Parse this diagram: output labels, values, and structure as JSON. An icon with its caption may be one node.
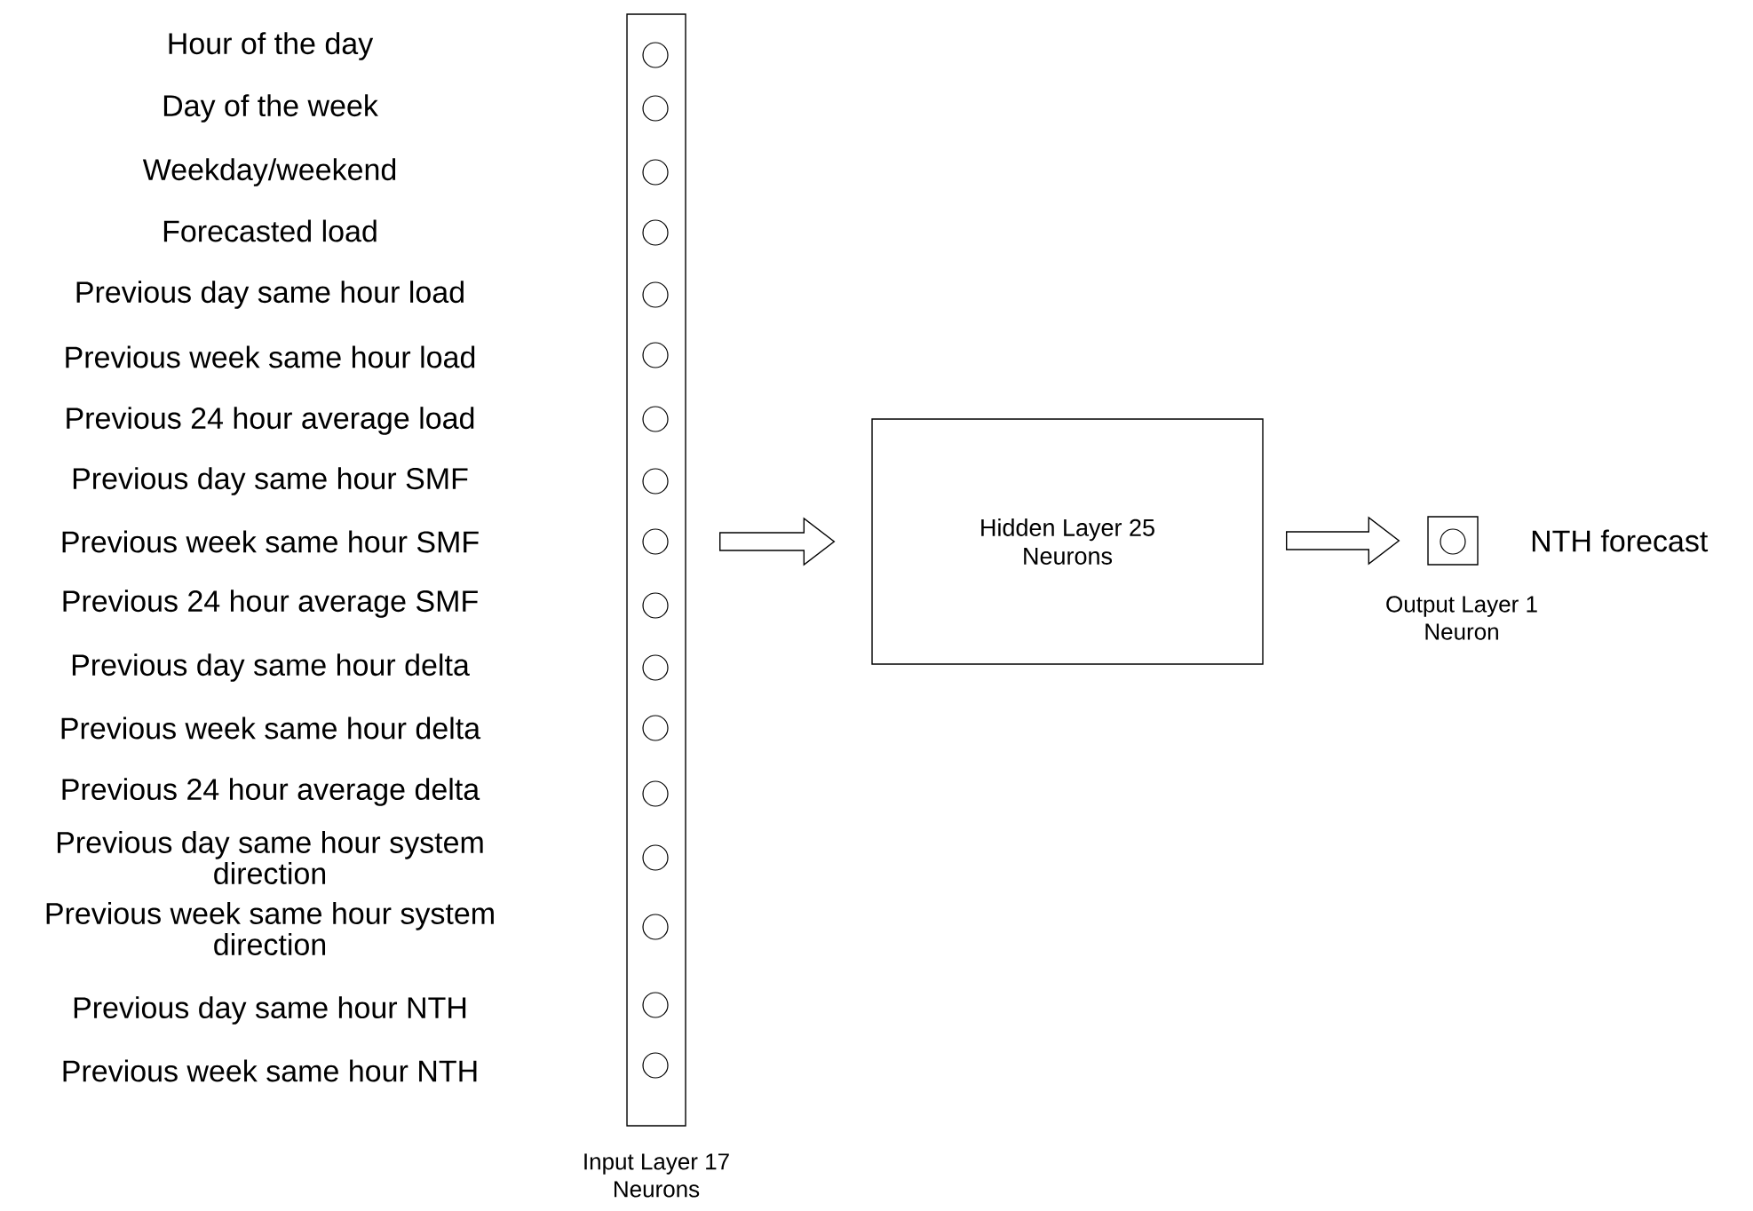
{
  "diagram": {
    "nodes": [
      {
        "text": [
          "Input Layer 17 Neurons"
        ]
      },
      {
        "text": [],
        "shape": "circle",
        "in": 0
      },
      {
        "text": [],
        "shape": "circle",
        "in": 0
      },
      {
        "text": [],
        "shape": "circle",
        "in": 0
      },
      {
        "text": [],
        "shape": "circle",
        "in": 0
      },
      {
        "text": [],
        "shape": "circle",
        "in": 0
      },
      {
        "text": [],
        "shape": "circle",
        "in": 0
      },
      {
        "text": [],
        "shape": "circle",
        "in": 0
      },
      {
        "text": [],
        "shape": "circle",
        "in": 0
      },
      {
        "text": [],
        "shape": "circle",
        "in": 0
      },
      {
        "text": [],
        "shape": "circle",
        "in": 0
      },
      {
        "text": [],
        "shape": "circle",
        "in": 0
      },
      {
        "text": [],
        "shape": "circle",
        "in": 0
      },
      {
        "text": [],
        "shape": "circle",
        "in": 0
      },
      {
        "text": [],
        "shape": "circle",
        "in": 0
      },
      {
        "text": [],
        "shape": "circle",
        "in": 0
      },
      {
        "text": [],
        "shape": "circle",
        "in": 0
      },
      {
        "text": [],
        "shape": "circle",
        "in": 0
      },
      {
        "text": [
          "Hidden Layer 25 Neurons"
        ]
      },
      {
        "text": [
          "Output Layer 1 Neuron"
        ],
        "beside": [
          "NTH forecast"
        ]
      },
      {
        "text": [],
        "shape": "circle",
        "in": 19
      }
    ],
    "edges": [
      {
        "from": 0,
        "to": 18,
        "arrow": "to"
      },
      {
        "from": 18,
        "to": 19,
        "arrow": "to"
      }
    ],
    "labels": [
      "Hour of the day",
      "Day of the week",
      "Weekday/weekend",
      "Forecasted load",
      "Previous day same hour load",
      "Previous week same hour load",
      "Previous 24 hour average load",
      "Previous day same hour SMF",
      "Previous week same hour SMF",
      "Previous 24 hour average SMF",
      "Previous day same hour delta",
      "Previous week same hour delta",
      "Previous 24 hour average delta",
      "Previous day same hour system direction",
      "Previous week same hour system direction",
      "Previous day same hour NTH",
      "Previous week same hour NTH"
    ]
  }
}
